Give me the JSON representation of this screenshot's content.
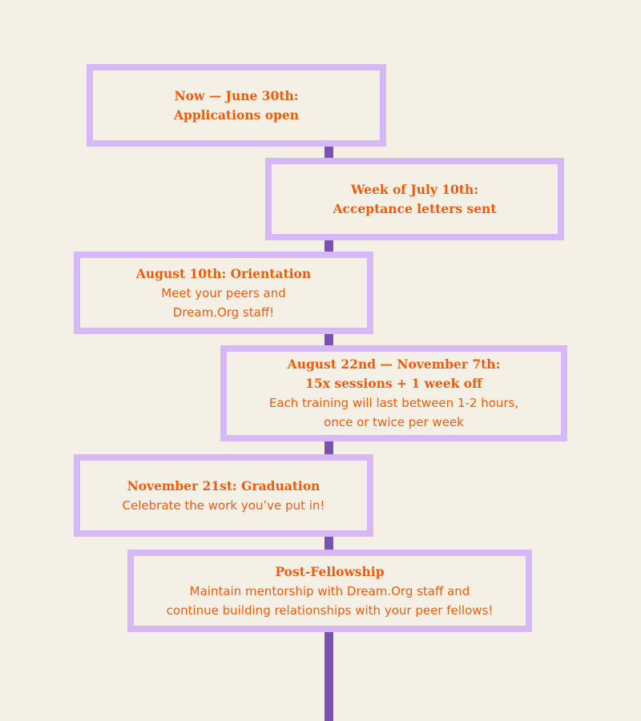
{
  "accent": "#f25a0a",
  "box_border_color": "#d7b8f6",
  "spine_color": "#7a52b3",
  "background": "#f4f0e6",
  "timeline": [
    {
      "title": "Now — June 30th:\nApplications open",
      "desc": ""
    },
    {
      "title": "Week of July 10th:\nAcceptance letters sent",
      "desc": ""
    },
    {
      "title": "August 10th: Orientation",
      "desc": "Meet your peers and\nDream.Org staff!"
    },
    {
      "title": "August 22nd — November 7th:\n15x sessions + 1 week off",
      "desc": "Each training will last between 1-2 hours,\nonce or twice per week"
    },
    {
      "title": "November 21st: Graduation",
      "desc": "Celebrate the work you’ve put in!"
    },
    {
      "title": "Post-Fellowship",
      "desc": "Maintain mentorship with Dream.Org staff and\ncontinue building relationships with your peer fellows!"
    }
  ]
}
